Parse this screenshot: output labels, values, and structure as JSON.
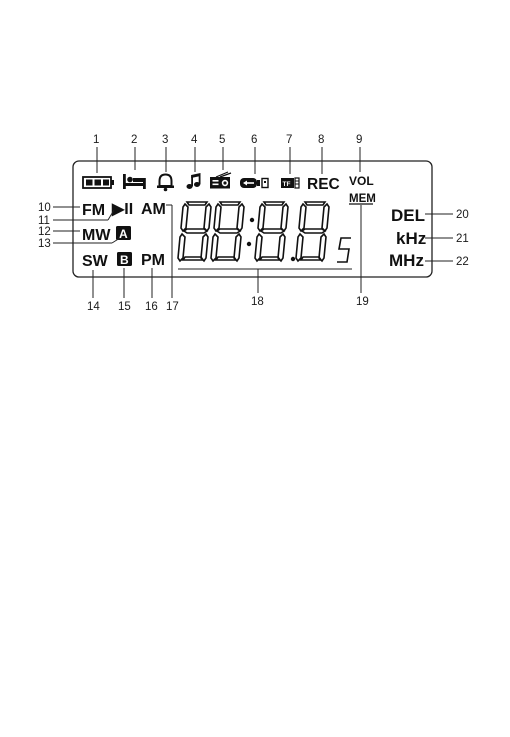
{
  "callouts": [
    "1",
    "2",
    "3",
    "4",
    "5",
    "6",
    "7",
    "8",
    "9",
    "10",
    "11",
    "12",
    "13",
    "14",
    "15",
    "16",
    "17",
    "18",
    "19",
    "20",
    "21",
    "22"
  ],
  "indicators": {
    "fm": "FM",
    "play_pause": "▶II",
    "am": "AM",
    "mw": "MW",
    "a_badge": "A",
    "sw": "SW",
    "b_badge": "B",
    "pm": "PM",
    "rec": "REC",
    "vol": "VOL",
    "mem": "MEM",
    "del": "DEL",
    "khz": "kHz",
    "mhz": "MHz",
    "tf_card": "TF",
    "seconds_s": "S"
  },
  "icons": [
    "battery-icon",
    "sleep-bed-icon",
    "alarm-bell-icon",
    "music-note-icon",
    "radio-icon",
    "usb-icon",
    "tf-card-icon"
  ],
  "digits": "88:88"
}
